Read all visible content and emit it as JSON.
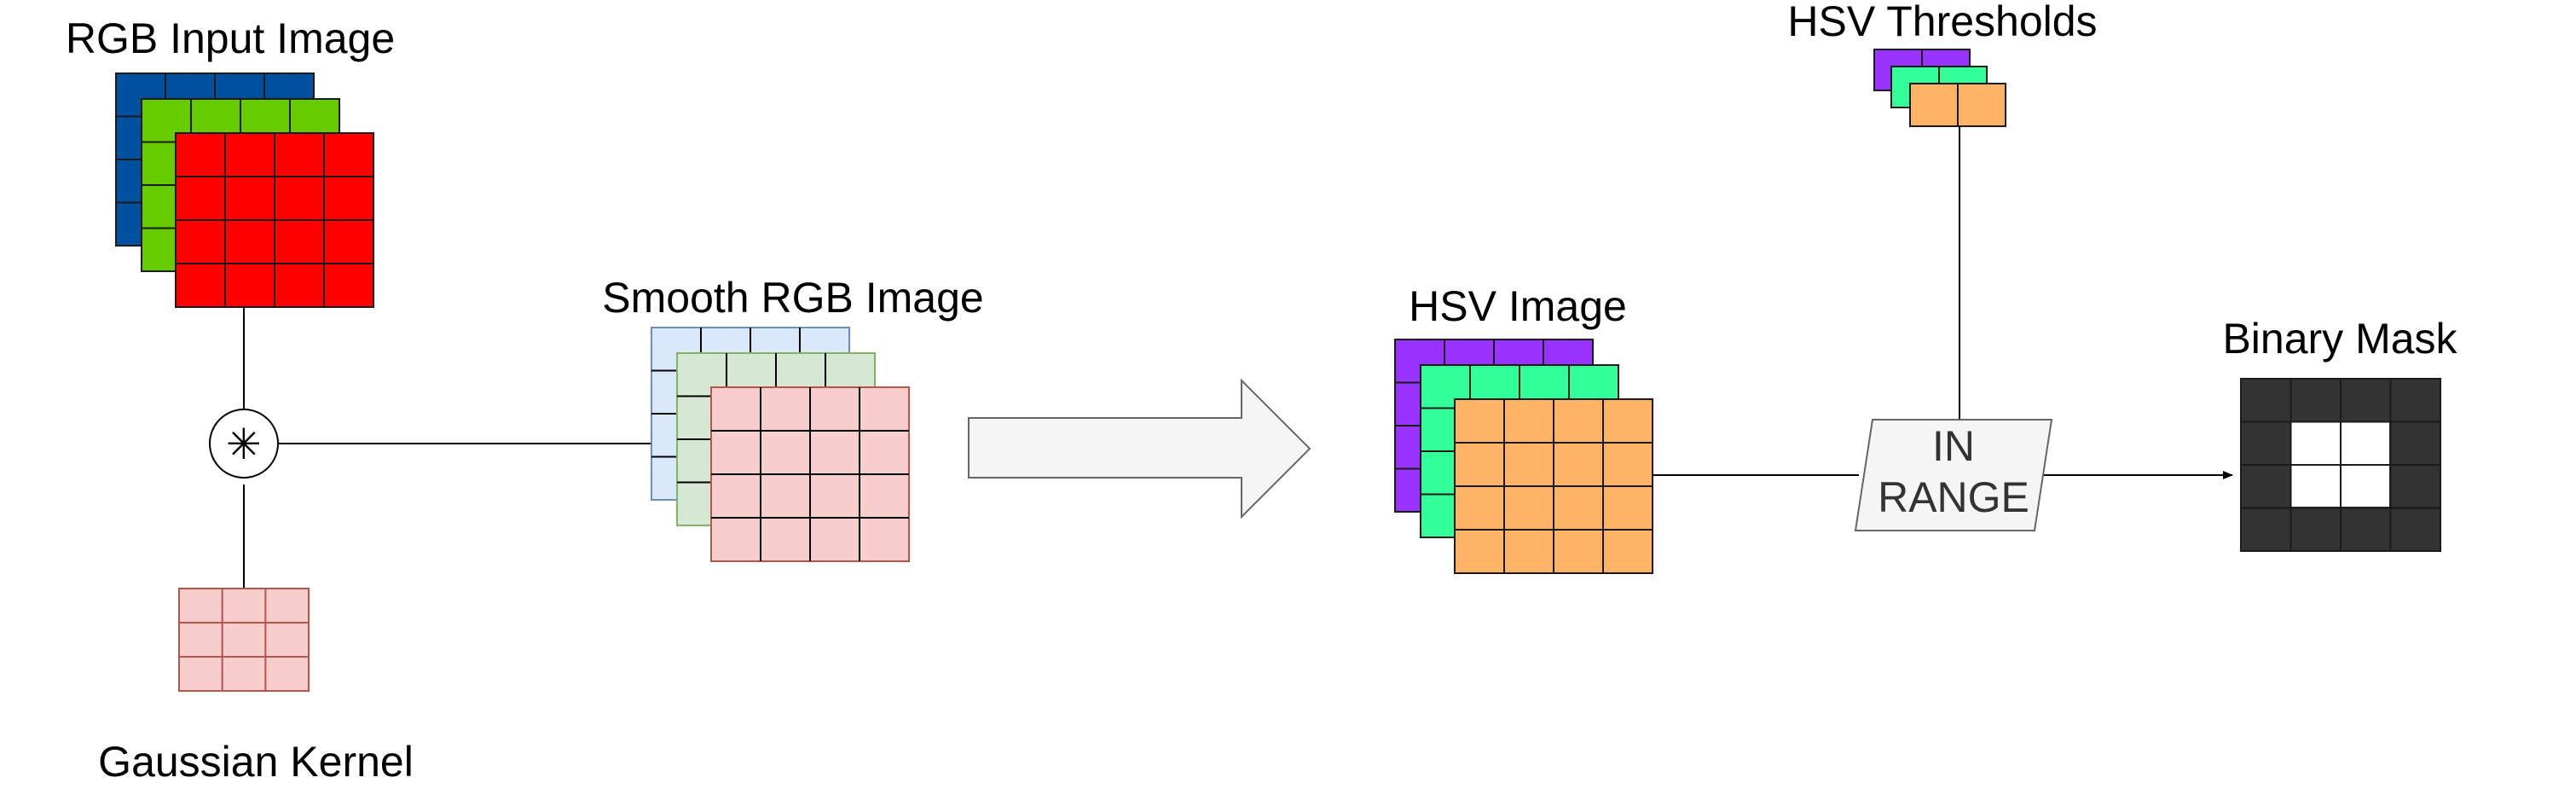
{
  "labels": {
    "rgb_input": "RGB Input Image",
    "gaussian_kernel": "Gaussian Kernel",
    "smooth_rgb": "Smooth RGB Image",
    "hsv_image": "HSV Image",
    "hsv_thresholds": "HSV Thresholds",
    "binary_mask": "Binary Mask",
    "in_range_line1": "IN",
    "in_range_line2": "RANGE",
    "convolution_symbol": "✳"
  },
  "colors": {
    "rgb_blue": "#0050a0",
    "rgb_green": "#66cc00",
    "rgb_red": "#ff0000",
    "smooth_blue": "#dae8fc",
    "smooth_green": "#d5e8d4",
    "smooth_red": "#f8cecc",
    "kernel": "#f8cecc",
    "hsv_purple": "#9933ff",
    "hsv_green": "#33ff99",
    "hsv_orange": "#ffb366",
    "mask_dark": "#333333",
    "mask_light": "#ffffff",
    "arrow_fill": "#f5f5f5",
    "arrow_stroke": "#666666",
    "in_range_fill": "#f5f5f5"
  }
}
